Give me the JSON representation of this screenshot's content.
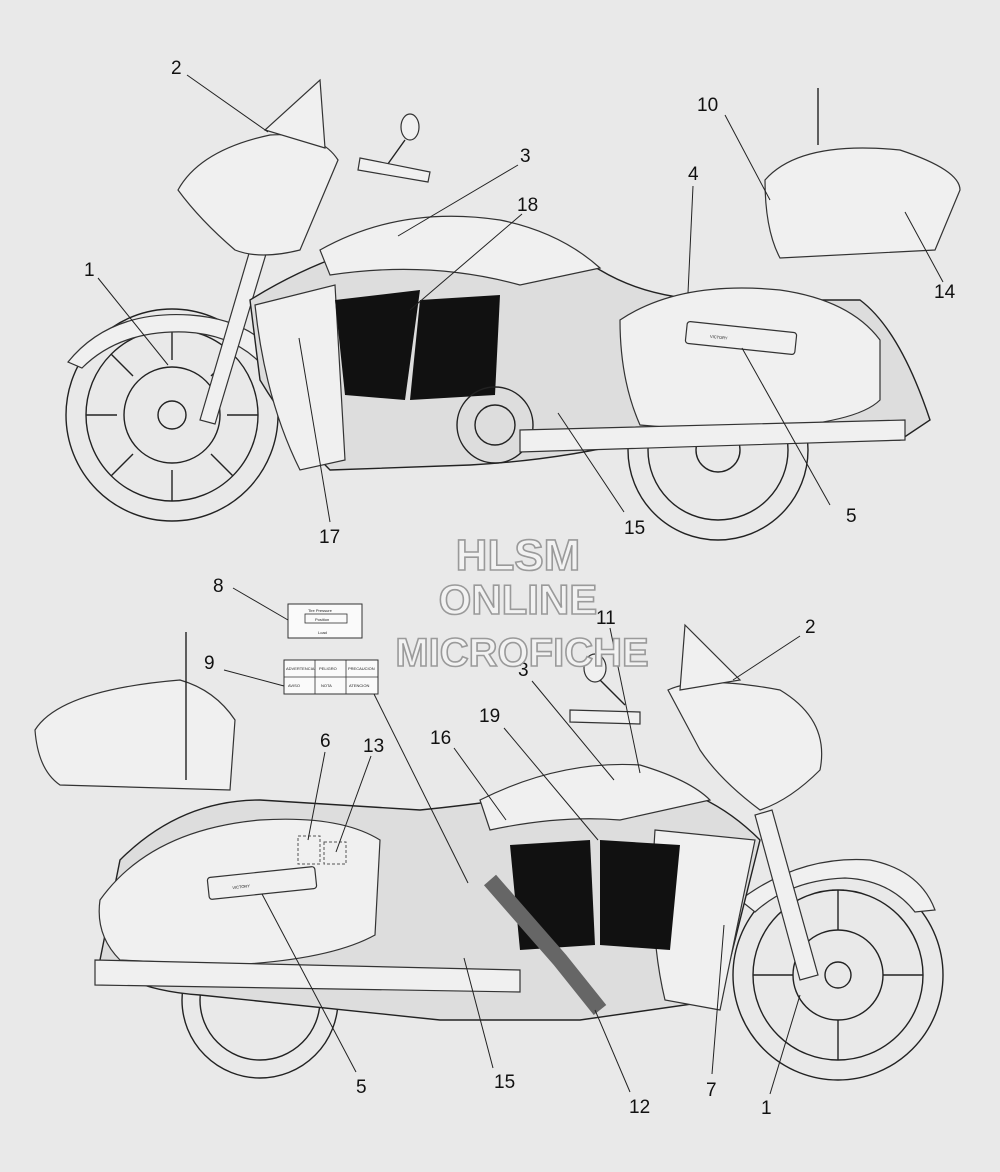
{
  "watermark": {
    "line1": "HLSM",
    "line2": "ONLINE",
    "line3": "MICROFICHE"
  },
  "callouts_top": [
    "2",
    "3",
    "18",
    "4",
    "10",
    "14",
    "1",
    "5",
    "15",
    "17"
  ],
  "callouts_bottom": [
    "8",
    "11",
    "2",
    "9",
    "3",
    "19",
    "6",
    "13",
    "16",
    "5",
    "15",
    "12",
    "7",
    "1"
  ],
  "label_badge": "VICTORY",
  "decal_8": {
    "line1": "Tire Pressure",
    "line2": "Position",
    "line3": "Load"
  },
  "decal_9": {
    "r1": [
      "ADVERTENCIA",
      "PELIGRO",
      "PRECAUCION"
    ],
    "r2": [
      "AVISO",
      "NOTA",
      "ATENCION"
    ]
  },
  "colors": {
    "background": "#e9e9e9",
    "linework": "#222222",
    "engine": "#111111",
    "watermark_stroke": "#9a9a9a"
  }
}
